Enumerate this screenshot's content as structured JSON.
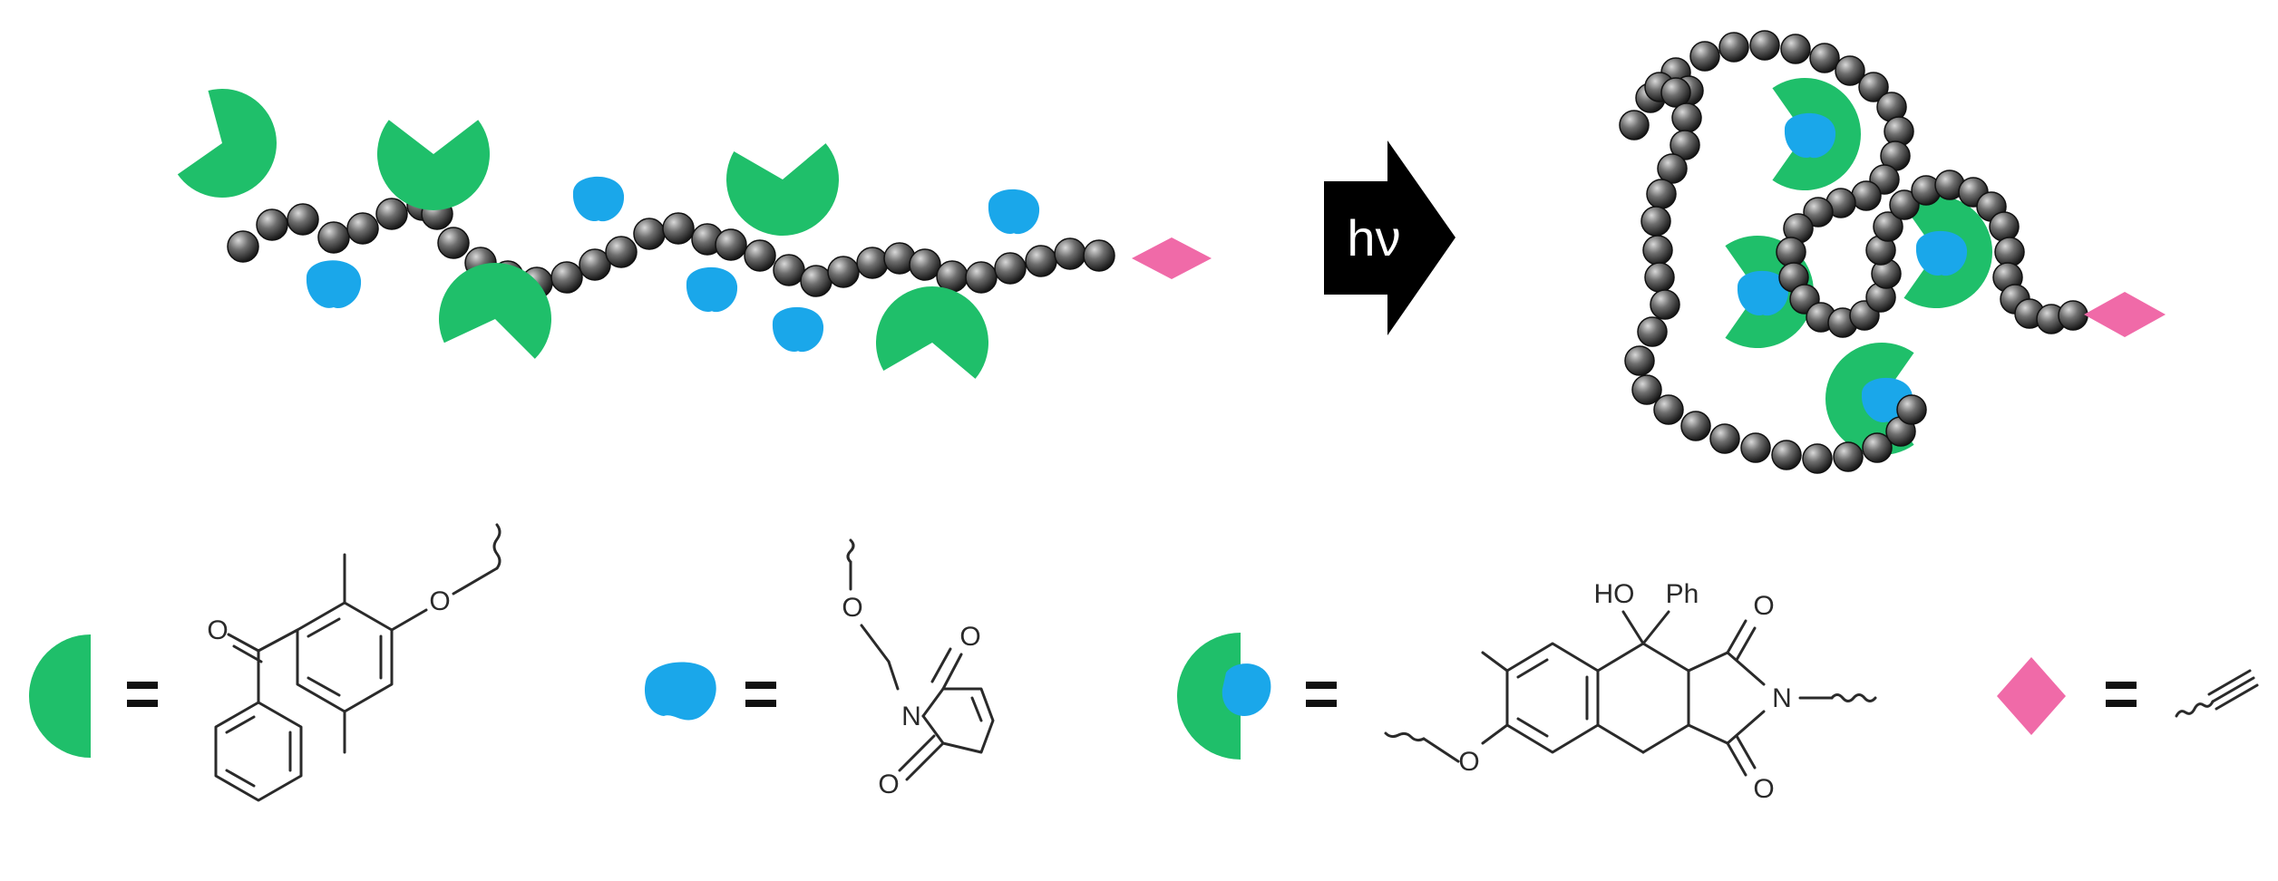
{
  "arrow": {
    "label": "hν"
  },
  "legend": {
    "wedge_atom_labels": [
      "O",
      "O"
    ],
    "maleimide_atom_labels": [
      "O",
      "N",
      "O",
      "O"
    ],
    "adduct_atom_labels": [
      "HO",
      "Ph",
      "O",
      "N",
      "O",
      "O"
    ]
  },
  "colors": {
    "bead": "#4a4a4a",
    "benzophenone": "#1fbf6a",
    "maleimide": "#1aa7ea",
    "alkyne": "#f06aa8",
    "arrow": "#000000"
  },
  "icons": {
    "benzophenone": "pacman-wedge-icon",
    "maleimide": "blob-icon",
    "adduct": "wedge-blob-adduct-icon",
    "alkyne": "diamond-icon"
  }
}
